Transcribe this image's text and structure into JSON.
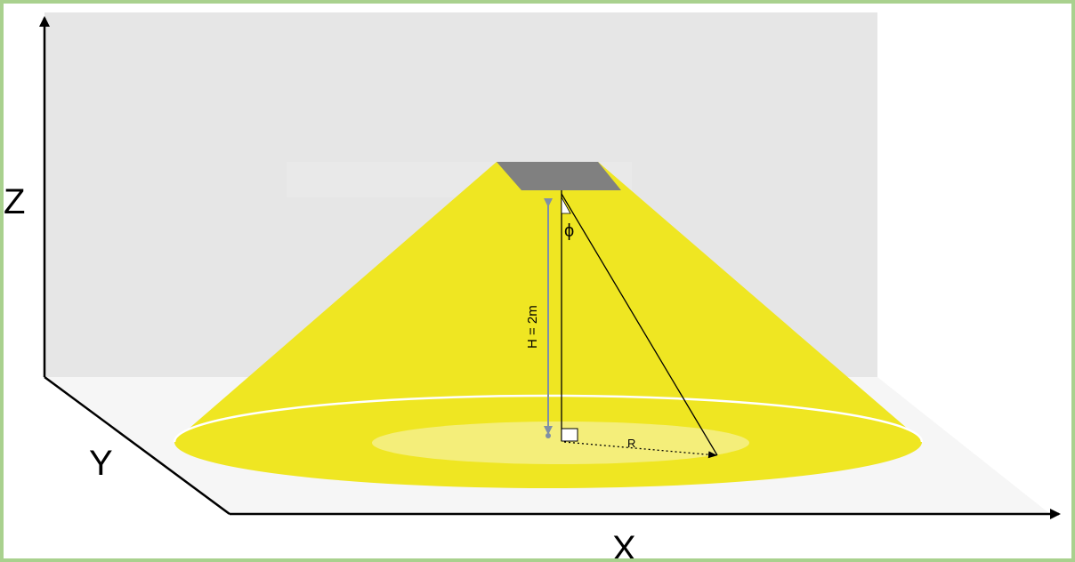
{
  "labels": {
    "z_axis": "Z",
    "y_axis": "Y",
    "x_axis": "X",
    "height": "H = 2m",
    "angle": "ϕ",
    "radius": "R"
  },
  "colors": {
    "frame": "#a9d18e",
    "wall": "#e6e6e6",
    "floor": "#f6f6f6",
    "light_cone": "#efe622",
    "light_spot_inner": "#f4ee7a",
    "lamp": "#808080",
    "height_arrow": "#7f8fa6"
  }
}
